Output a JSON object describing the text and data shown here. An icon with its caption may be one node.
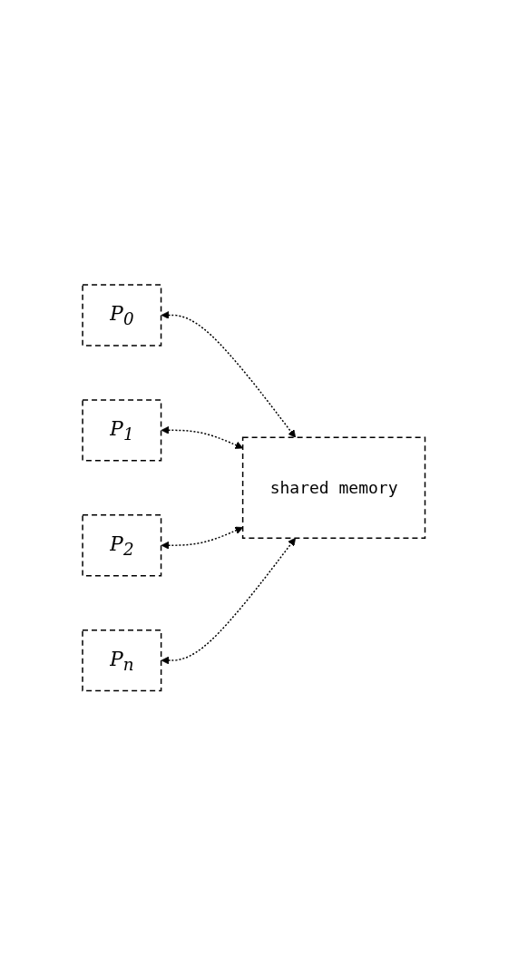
{
  "diagram": {
    "nodes": [
      {
        "text": [
          "P$_{0}$"
        ]
      },
      {
        "text": [
          "P$_{1}$"
        ]
      },
      {
        "text": [
          "P$_{2}$"
        ]
      },
      {
        "text": [
          "P$_{n}$"
        ]
      },
      {
        "text": [
          "shared memory"
        ]
      }
    ],
    "edges": [
      {
        "from": 0,
        "to": 4,
        "arrow": "both",
        "style": "dashed"
      },
      {
        "from": 1,
        "to": 4,
        "arrow": "both",
        "style": "dashed"
      },
      {
        "from": 2,
        "to": 4,
        "arrow": "both",
        "style": "dashed"
      },
      {
        "from": 3,
        "to": 4,
        "arrow": "both",
        "style": "dashed"
      }
    ]
  }
}
